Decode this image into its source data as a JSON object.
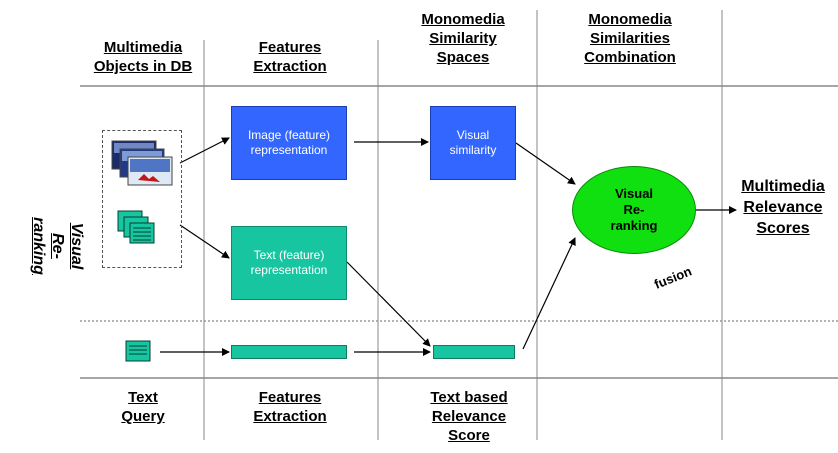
{
  "headers_top": [
    {
      "id": "multimedia-objects",
      "text": "Multimedia\nObjects in DB"
    },
    {
      "id": "features-extraction-top",
      "text": "Features\nExtraction"
    },
    {
      "id": "monomedia-spaces",
      "text": "Monomedia\nSimilarity\nSpaces"
    },
    {
      "id": "monomedia-combination",
      "text": "Monomedia\nSimilarities\nCombination"
    }
  ],
  "headers_bottom": [
    {
      "id": "text-query",
      "text": "Text\nQuery"
    },
    {
      "id": "features-extraction-bottom",
      "text": "Features\nExtraction"
    },
    {
      "id": "text-relevance",
      "text": "Text based\nRelevance\nScore"
    }
  ],
  "side_label": "Visual\nRe-\nranking",
  "boxes": {
    "image_representation": "Image (feature)\nrepresentation",
    "visual_similarity": "Visual\nsimilarity",
    "text_representation": "Text (feature)\nrepresentation"
  },
  "ellipse_label": "Visual\nRe-\nranking",
  "fusion_label": "fusion",
  "output_label": "Multimedia\nRelevance\nScores",
  "colors": {
    "visual_blue": "#3366ff",
    "text_teal": "#17c6a0",
    "fusion_green": "#10e010",
    "grid_line": "#888888"
  }
}
